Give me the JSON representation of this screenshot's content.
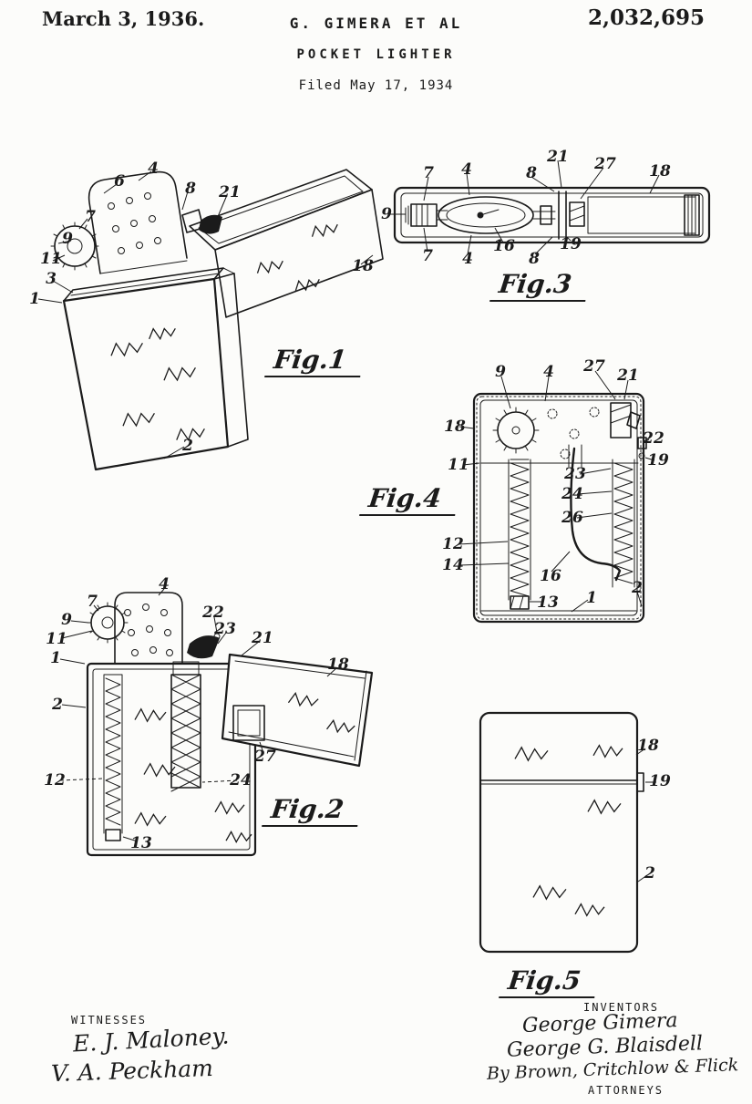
{
  "header": {
    "date": "March 3, 1936.",
    "applicant": "G. GIMERA ET AL",
    "patent_number": "2,032,695",
    "title": "POCKET LIGHTER",
    "filed_line": "Filed May 17, 1934"
  },
  "figures": {
    "fig1": {
      "label": "Fig.1",
      "callouts": [
        "6",
        "4",
        "8",
        "21",
        "7",
        "9",
        "11",
        "3",
        "1",
        "18",
        "2"
      ]
    },
    "fig3": {
      "label": "Fig.3",
      "callouts": [
        "7",
        "4",
        "8",
        "21",
        "27",
        "18",
        "9",
        "7",
        "4",
        "16",
        "8",
        "19"
      ]
    },
    "fig4": {
      "label": "Fig.4",
      "callouts": [
        "9",
        "4",
        "27",
        "21",
        "18",
        "22",
        "19",
        "11",
        "23",
        "24",
        "26",
        "12",
        "14",
        "16",
        "13",
        "1",
        "2"
      ]
    },
    "fig2": {
      "label": "Fig.2",
      "callouts": [
        "4",
        "7",
        "9",
        "11",
        "1",
        "22",
        "23",
        "21",
        "18",
        "2",
        "12",
        "27",
        "24",
        "13"
      ]
    },
    "fig5": {
      "label": "Fig.5",
      "callouts": [
        "18",
        "19",
        "2"
      ]
    }
  },
  "footer": {
    "witnesses_label": "WITNESSES",
    "witness_signatures": [
      "E. J. Maloney.",
      "V. A. Peckham"
    ],
    "inventors_label": "INVENTORS",
    "inventor_signatures": [
      "George Gimera",
      "George G. Blaisdell",
      "By Brown, Critchlow & Flick"
    ],
    "attorneys_label": "ATTORNEYS"
  }
}
